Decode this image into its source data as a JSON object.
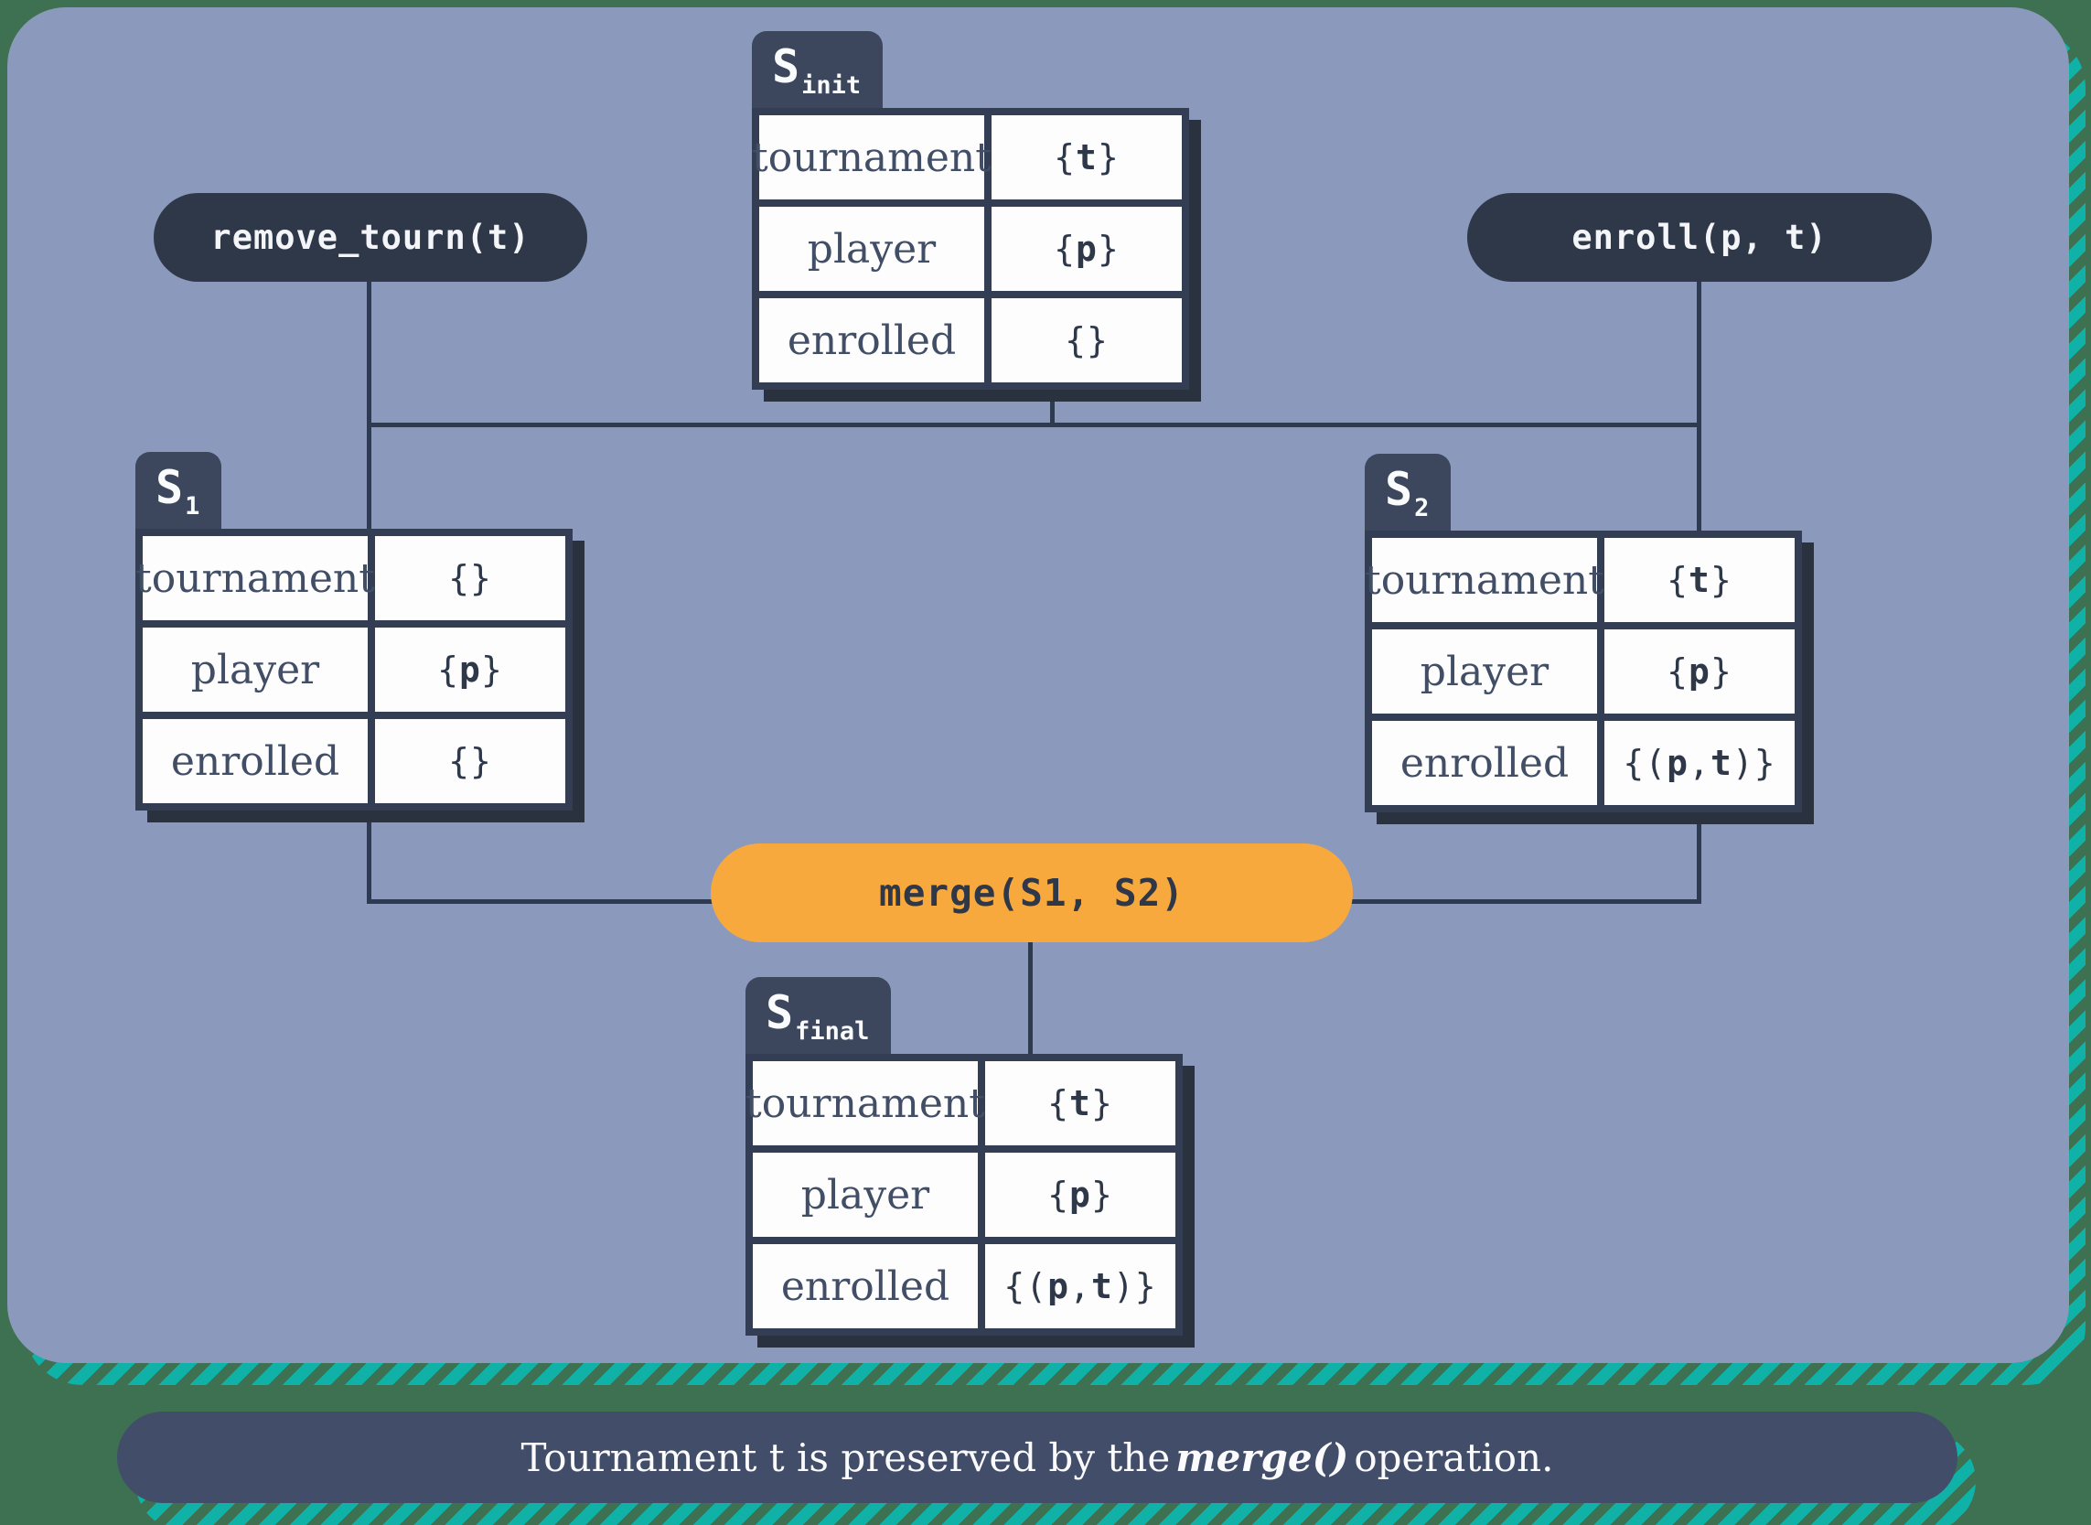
{
  "operations": {
    "remove": {
      "label": "remove_tourn(t)"
    },
    "enroll": {
      "label": "enroll(p, t)"
    },
    "merge": {
      "label": "merge(S1, S2)"
    }
  },
  "tables": {
    "s_init": {
      "tab_base": "S",
      "tab_sub": "init",
      "rows": [
        {
          "label": "tournament",
          "value": "{t}"
        },
        {
          "label": "player",
          "value": "{p}"
        },
        {
          "label": "enrolled",
          "value": "{}"
        }
      ]
    },
    "s1": {
      "tab_base": "S",
      "tab_sub": "1",
      "rows": [
        {
          "label": "tournament",
          "value": "{}"
        },
        {
          "label": "player",
          "value": "{p}"
        },
        {
          "label": "enrolled",
          "value": "{}"
        }
      ]
    },
    "s2": {
      "tab_base": "S",
      "tab_sub": "2",
      "rows": [
        {
          "label": "tournament",
          "value": "{t}"
        },
        {
          "label": "player",
          "value": "{p}"
        },
        {
          "label": "enrolled",
          "value": "{(p, t)}"
        }
      ]
    },
    "s_final": {
      "tab_base": "S",
      "tab_sub": "final",
      "rows": [
        {
          "label": "tournament",
          "value": "{t}"
        },
        {
          "label": "player",
          "value": "{p}"
        },
        {
          "label": "enrolled",
          "value": "{(p, t)}"
        }
      ]
    }
  },
  "caption": {
    "prefix": "Tournament t is preserved by the ",
    "highlight": "merge()",
    "suffix": " operation."
  },
  "colors": {
    "background_green": "#3e7151",
    "stripe_teal": "#10b2a7",
    "panel_blue_gray": "#8b9abc",
    "navy": "#2e3849",
    "orange": "#f8a93e",
    "cell_white": "#fdfdfd"
  }
}
